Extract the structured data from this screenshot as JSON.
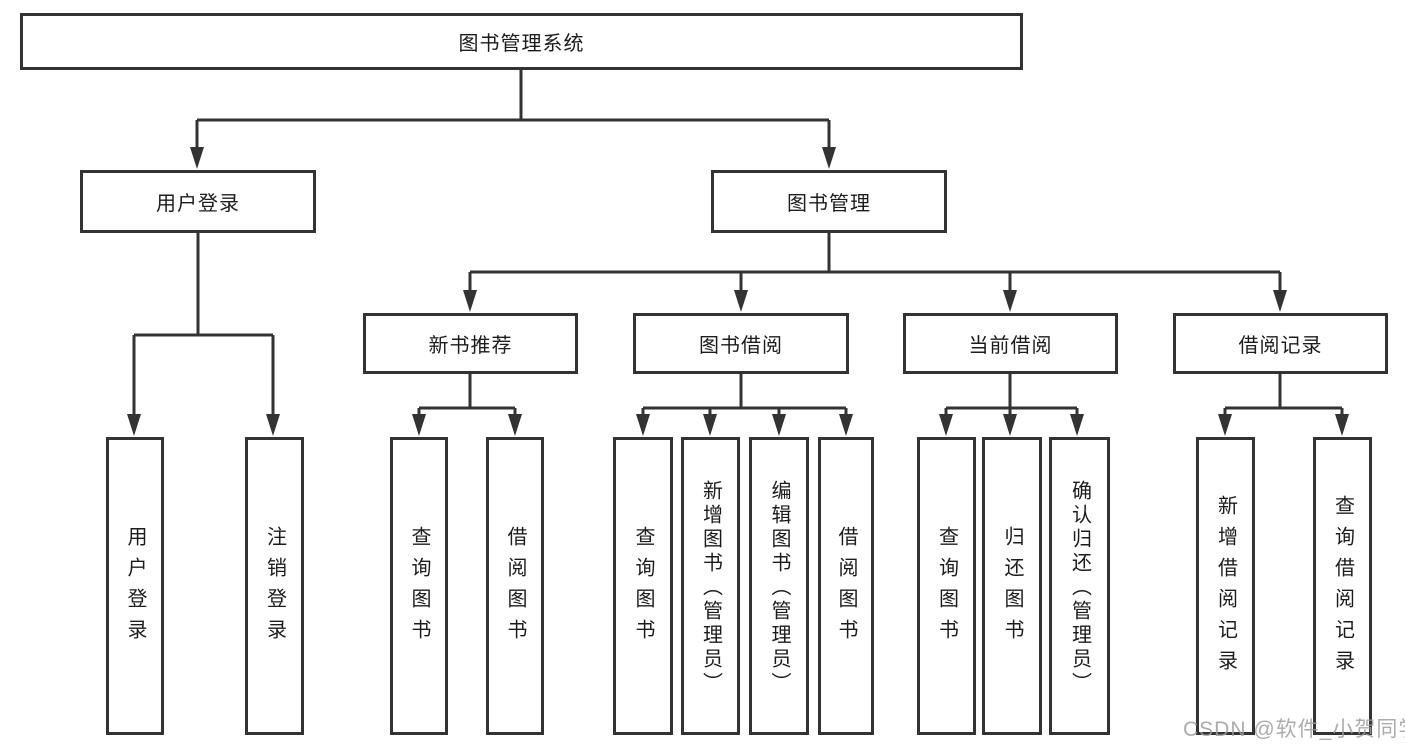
{
  "title": "图书管理系统",
  "watermark": "CSDN @软件_小贺同学",
  "colors": {
    "line": "#333333",
    "text": "#1c1c1c",
    "background": "#ffffff",
    "watermark": "#9e9e9e"
  },
  "tree": {
    "branches": [
      {
        "label": "用户登录",
        "leaves": [
          {
            "label": "用户登录"
          },
          {
            "label": "注销登录"
          }
        ]
      },
      {
        "label": "图书管理",
        "groups": [
          {
            "label": "新书推荐",
            "leaves": [
              {
                "label": "查询图书"
              },
              {
                "label": "借阅图书"
              }
            ]
          },
          {
            "label": "图书借阅",
            "leaves": [
              {
                "label": "查询图书"
              },
              {
                "label": "新增图书（管理员）"
              },
              {
                "label": "编辑图书（管理员）"
              },
              {
                "label": "借阅图书"
              }
            ]
          },
          {
            "label": "当前借阅",
            "leaves": [
              {
                "label": "查询图书"
              },
              {
                "label": "归还图书"
              },
              {
                "label": "确认归还（管理员）"
              }
            ]
          },
          {
            "label": "借阅记录",
            "leaves": [
              {
                "label": "新增借阅记录"
              },
              {
                "label": "查询借阅记录"
              }
            ]
          }
        ]
      }
    ]
  }
}
